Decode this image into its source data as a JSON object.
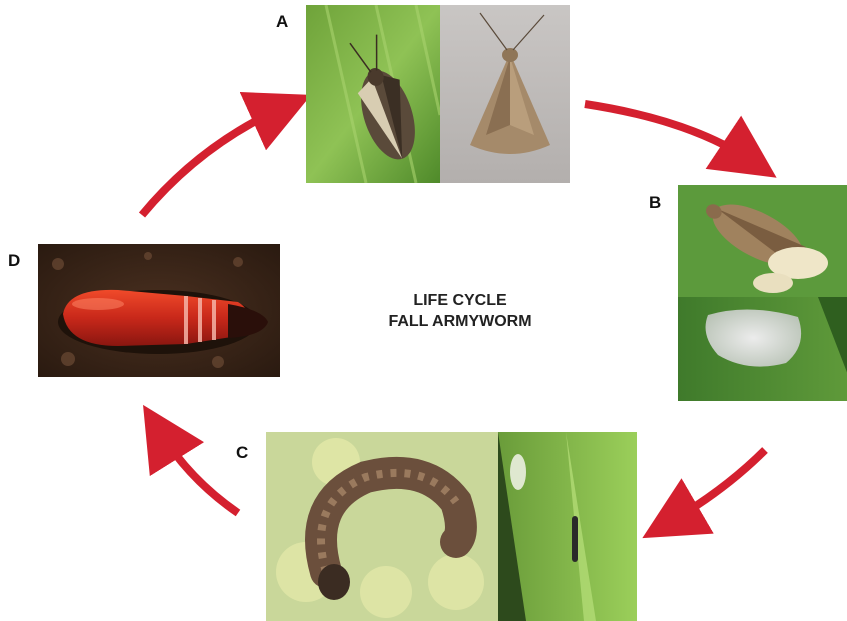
{
  "title": {
    "line1": "LIFE CYCLE",
    "line2": "FALL ARMYWORM"
  },
  "stages": [
    {
      "label": "A"
    },
    {
      "label": "B"
    },
    {
      "label": "C"
    },
    {
      "label": "D"
    }
  ],
  "colors": {
    "arrow": "#d4202f",
    "background": "#ffffff"
  }
}
